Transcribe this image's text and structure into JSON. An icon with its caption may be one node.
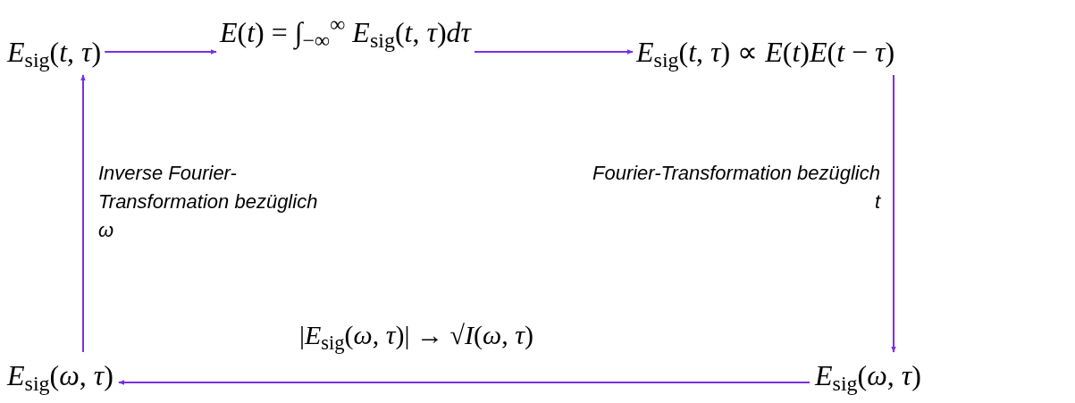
{
  "diagram": {
    "nodes": [
      {
        "text": [
          "*E*$_{sig}$(*t*, *τ*)"
        ]
      },
      {
        "text": [
          "*E*(*t*) = ∫$_{−∞}$$^{∞}$ *E*$_{sig}$(*t*, *τ*)*dτ*"
        ]
      },
      {
        "text": [
          "*E*$_{sig}$(*t*, *τ*) ∝ *E*(*t*)*E*(*t* − *τ*)"
        ]
      },
      {
        "text": [
          "*E*$_{sig}$(*ω*, *τ*)"
        ]
      },
      {
        "text": [
          "*E*$_{sig}$(*ω*, *τ*)"
        ]
      }
    ],
    "edges": [
      {
        "from": 0,
        "to": 1,
        "arrow": "to"
      },
      {
        "from": 1,
        "to": 2,
        "arrow": "to"
      },
      {
        "from": 2,
        "to": 3,
        "arrow": "to",
        "label": "Fourier-Transformation bezüglich t"
      },
      {
        "from": 3,
        "to": 4,
        "arrow": "to",
        "label": "|*E*$_{sig}$(*ω*, *τ*)| → √*I*(*ω*, *τ*)"
      },
      {
        "from": 4,
        "to": 0,
        "arrow": "to",
        "label": "Inverse Fourier-Transformation bezüglich *ω*"
      }
    ]
  }
}
